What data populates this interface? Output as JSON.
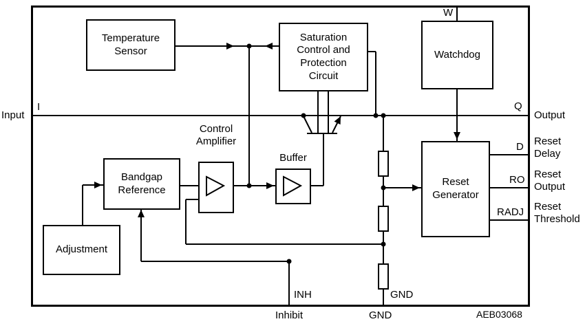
{
  "meta": {
    "drawing_number": "AEB03068"
  },
  "blocks": {
    "temperature_sensor": "Temperature\nSensor",
    "saturation": "Saturation\nControl and\nProtection\nCircuit",
    "watchdog": "Watchdog",
    "reset_generator": "Reset\nGenerator",
    "bandgap_reference": "Bandgap\nReference",
    "adjustment": "Adjustment",
    "control_amplifier": "Control\nAmplifier",
    "buffer": "Buffer"
  },
  "pins": {
    "input": {
      "pin": "I",
      "label": "Input"
    },
    "output": {
      "pin": "Q",
      "label": "Output"
    },
    "watchdog_input": {
      "pin": "W"
    },
    "reset_delay": {
      "pin": "D",
      "label": "Reset\nDelay"
    },
    "reset_output": {
      "pin": "RO",
      "label": "Reset\nOutput"
    },
    "reset_threshold": {
      "pin": "RADJ",
      "label": "Reset\nThreshold"
    },
    "inhibit": {
      "pin": "INH",
      "label": "Inhibit"
    },
    "ground": {
      "pin": "GND",
      "label": "GND"
    }
  }
}
